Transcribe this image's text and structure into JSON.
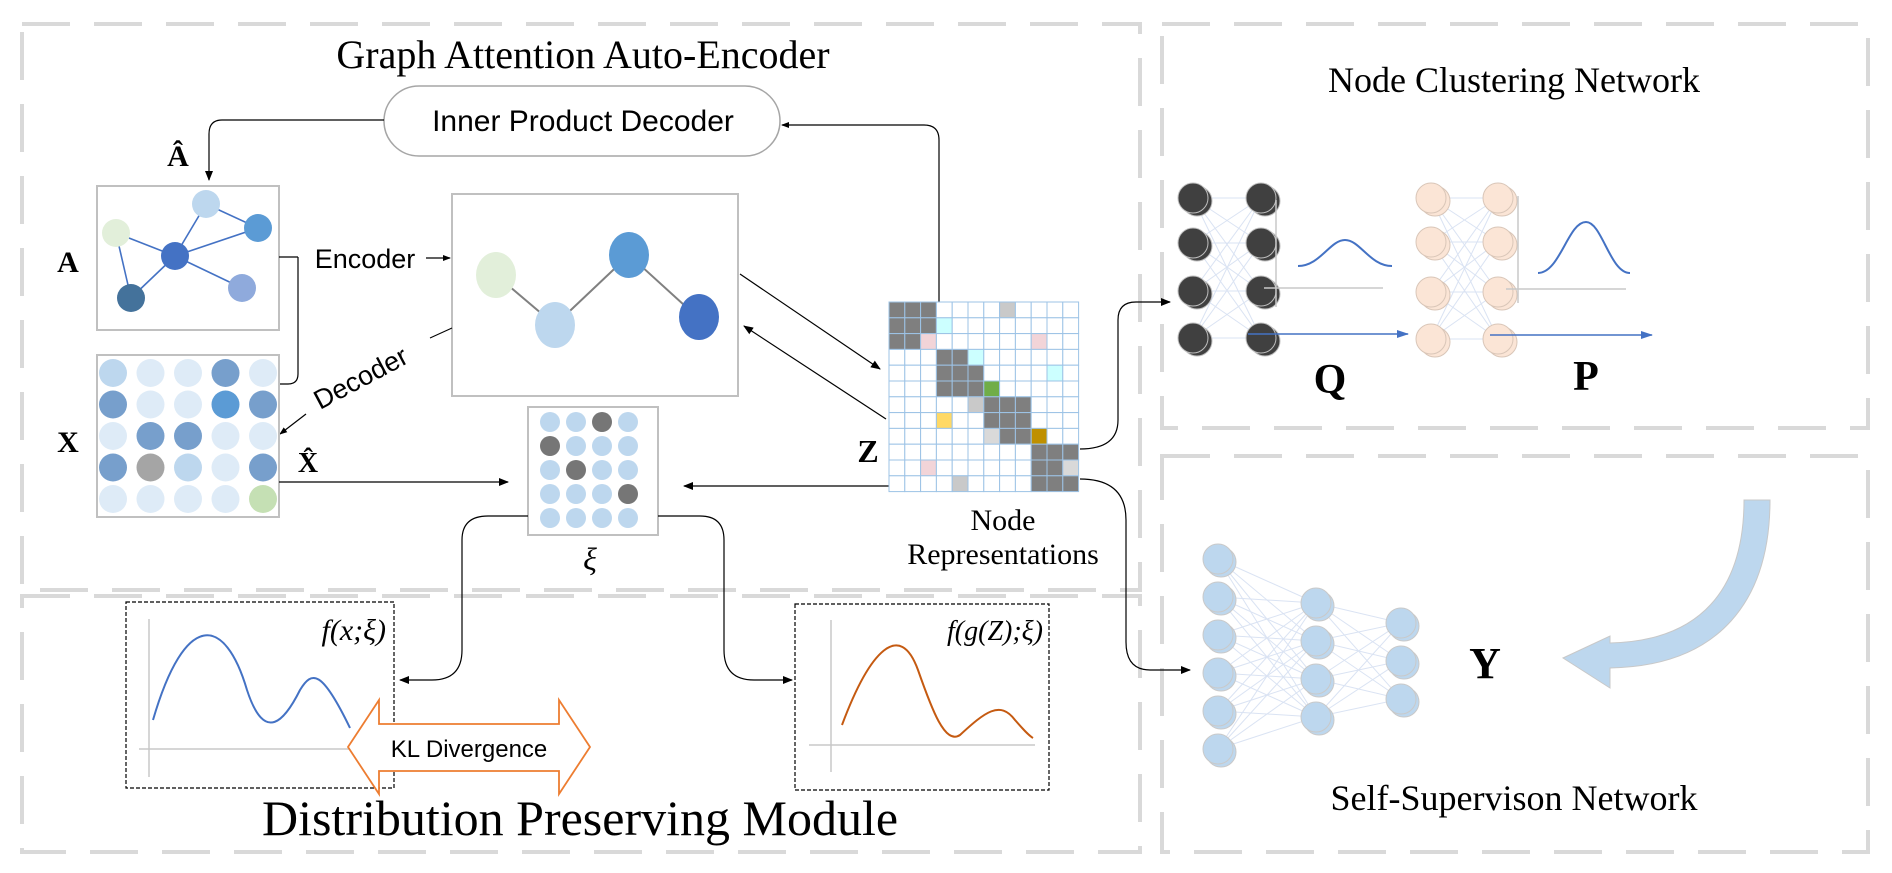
{
  "gae": {
    "title": "Graph Attention Auto-Encoder",
    "inner_product_decoder": "Inner Product Decoder",
    "a_hat_label": "Â",
    "a_label": "A",
    "x_label": "X",
    "x_hat_label": "X̂",
    "encoder_label": "Encoder",
    "decoder_label": "Decoder",
    "z_label": "Z",
    "xi_label": "ξ",
    "node_repr_line1": "Node",
    "node_repr_line2": "Representations",
    "x_matrix_colors": [
      [
        "#bdd7ee",
        "#deebf7",
        "#deebf7",
        "#779fcc",
        "#deebf7"
      ],
      [
        "#779fcc",
        "#deebf7",
        "#deebf7",
        "#5b9bd5",
        "#779fcc"
      ],
      [
        "#deebf7",
        "#779fcc",
        "#779fcc",
        "#deebf7",
        "#deebf7"
      ],
      [
        "#779fcc",
        "#a5a5a5",
        "#bdd7ee",
        "#deebf7",
        "#779fcc"
      ],
      [
        "#deebf7",
        "#deebf7",
        "#deebf7",
        "#deebf7",
        "#c5e0b4"
      ]
    ],
    "xi_matrix_colors": [
      [
        "#bdd7ee",
        "#bdd7ee",
        "#767676",
        "#bdd7ee"
      ],
      [
        "#767676",
        "#bdd7ee",
        "#bdd7ee",
        "#bdd7ee"
      ],
      [
        "#bdd7ee",
        "#767676",
        "#bdd7ee",
        "#bdd7ee"
      ],
      [
        "#bdd7ee",
        "#bdd7ee",
        "#bdd7ee",
        "#767676"
      ],
      [
        "#bdd7ee",
        "#bdd7ee",
        "#bdd7ee",
        "#bdd7ee"
      ]
    ],
    "z_matrix_codes": [
      "GGGwwwwLwwww",
      "GGGCwwwwwwww",
      "GGPwwwwwwPww",
      "wwwGGCwwwwww",
      "wwwGGGwwwwCw",
      "wwwGGGVwwwww",
      "wwwwwLGGGwww",
      "wwwYwwGGGwww",
      "wwwwwwSGGUww",
      "wwwwwwwwwGGG",
      "wwPwwwwwwGGS",
      "wwwwLwwwwGGG"
    ],
    "z_color_map": {
      "G": "#7f7f7f",
      "w": "#ffffff",
      "L": "#c9c9c9",
      "S": "#d9d9d9",
      "C": "#ccffff",
      "P": "#f2d4d8",
      "V": "#70ad47",
      "Y": "#ffd966",
      "U": "#bf9000"
    }
  },
  "dpm": {
    "title": "Distribution Preserving Module",
    "left_formula": "f(x;ξ)",
    "right_formula": "f(g(Z);ξ)",
    "kl_label": "KL Divergence",
    "left_curve_color": "#4472c4",
    "right_curve_color": "#c55a11",
    "kl_color": "#ed7d31"
  },
  "ncn": {
    "title": "Node Clustering Network",
    "q_label": "Q",
    "p_label": "P",
    "dark_node_color": "#404040",
    "peach_node_color": "#fbe5d6"
  },
  "ssn": {
    "title": "Self-Supervison Network",
    "y_label": "Y",
    "node_color": "#bdd7ee",
    "arrow_color": "#bdd7ee"
  }
}
